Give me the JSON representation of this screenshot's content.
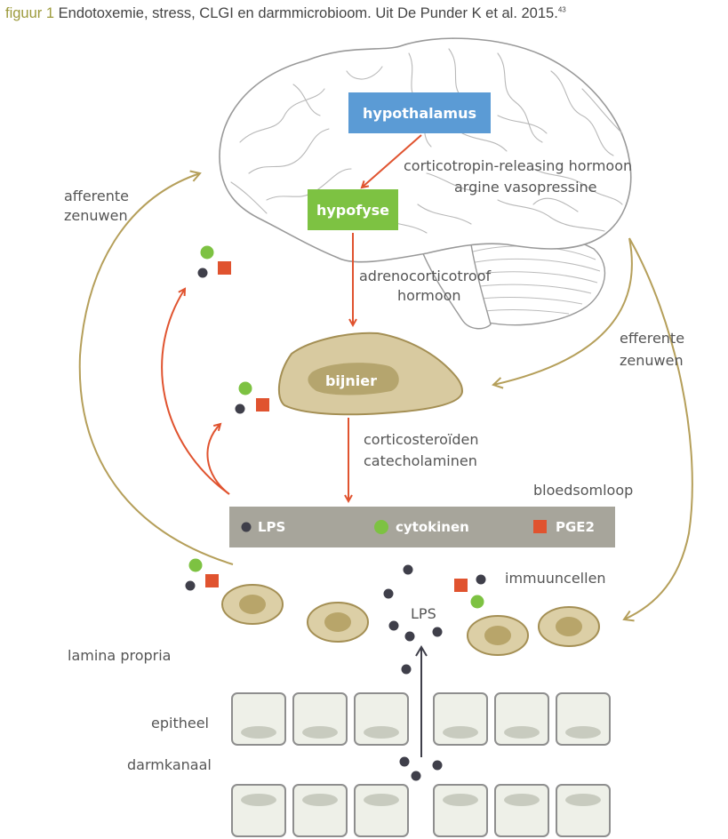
{
  "caption": {
    "figure_label": "figuur 1",
    "text": " Endotoxemie, stress, CLGI en darmmicrobioom. Uit De Punder K et al. 2015.",
    "reference": "43"
  },
  "labels": {
    "hypothalamus": "hypothalamus",
    "hypofyse": "hypofyse",
    "crh_line1": "corticotropin-releasing hormoon",
    "crh_line2": "argine vasopressine",
    "acth_line1": "adrenocorticotroof",
    "acth_line2": "hormoon",
    "bijnier": "bijnier",
    "cortico_line1": "corticosteroïden",
    "cortico_line2": "catecholaminen",
    "afferent_line1": "afferente",
    "afferent_line2": "zenuwen",
    "efferent_line1": "efferente",
    "efferent_line2": "zenuwen",
    "bloedsomloop": "bloedsomloop",
    "legend_lps": "LPS",
    "legend_cytokinen": "cytokinen",
    "legend_pge2": "PGE2",
    "immuuncellen": "immuuncellen",
    "lps_small": "LPS",
    "lamina_propria": "lamina propria",
    "epitheel": "epitheel",
    "darmkanaal": "darmkanaal"
  },
  "colors": {
    "hypothalamus_box": "#5b9bd5",
    "hypofyse_box": "#7dc242",
    "adrenal": "#d8caa0",
    "adrenal_inner": "#b5a56e",
    "hormone_arrow": "#e0532f",
    "nerve_arrow": "#b59f5a",
    "bar": "#a7a59b",
    "lps_dot": "#3f3f4a",
    "cytokine_dot": "#7dc242",
    "pge2_square": "#e0532f",
    "cell_outer": "#dccfa6",
    "cell_nucleus": "#b8a56a",
    "epithelial_fill": "#eef0e8",
    "epithelial_nucleus": "#c8cbbf"
  }
}
